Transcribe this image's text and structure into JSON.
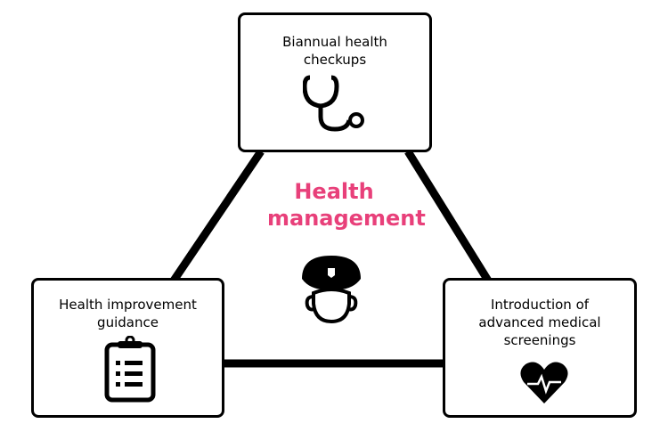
{
  "center": {
    "title": "Health management",
    "color": "#e8407a",
    "icon": "officer-icon"
  },
  "nodes": [
    {
      "label": "Biannual health checkups",
      "icon": "stethoscope-icon"
    },
    {
      "label": "Health improvement guidance",
      "icon": "clipboard-list-icon"
    },
    {
      "label": "Introduction of advanced medical screenings",
      "icon": "heart-pulse-icon"
    }
  ]
}
